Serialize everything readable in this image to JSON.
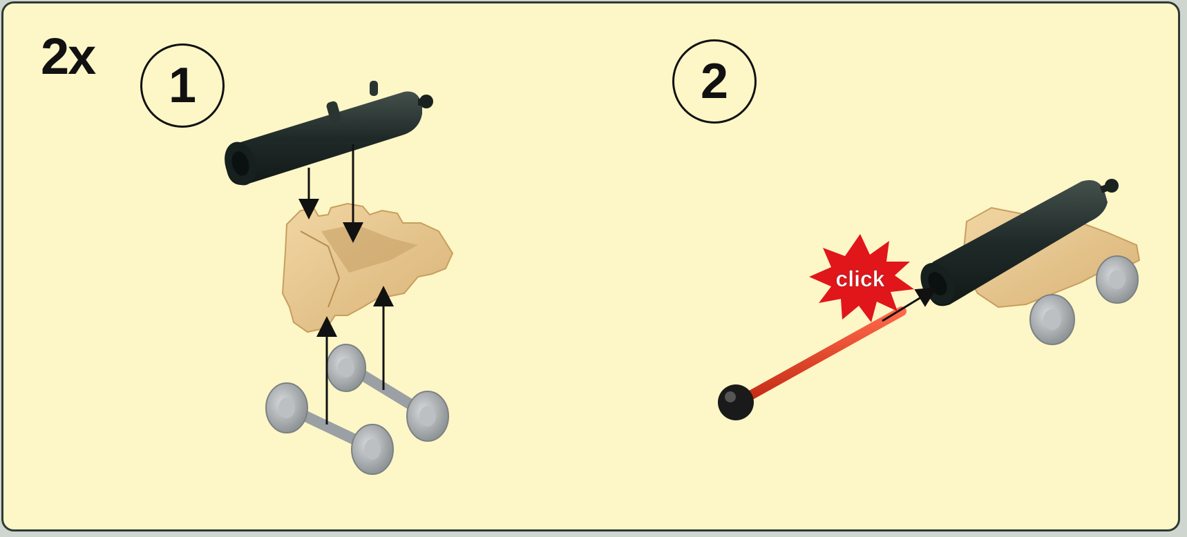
{
  "multiplier": "2x",
  "steps": [
    {
      "number": "1"
    },
    {
      "number": "2"
    }
  ],
  "click_label": "click",
  "colors": {
    "background": "#fdf6c6",
    "border": "#2e3a34",
    "cannon_barrel": "#1f2a28",
    "carriage_tan": "#e8c88e",
    "wheel_gray": "#a9adb0",
    "rammer_red": "#e2361f",
    "starburst_red": "#e0161b"
  },
  "icons": [
    "cannon-barrel-icon",
    "carriage-icon",
    "wheel-axle-icon",
    "rammer-icon",
    "click-starburst-icon",
    "assembly-arrow-icon"
  ]
}
